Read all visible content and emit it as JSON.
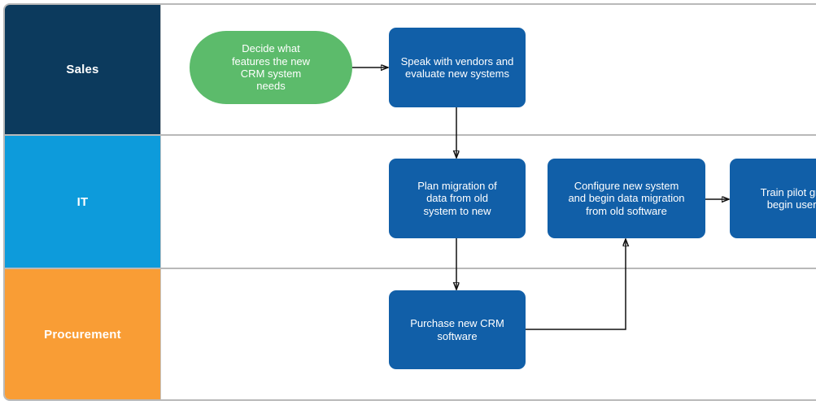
{
  "diagram": {
    "type": "swimlane-flowchart",
    "lanes": [
      {
        "id": "sales",
        "label": "Sales",
        "color": "#0c3a5d"
      },
      {
        "id": "it",
        "label": "IT",
        "color": "#0d9bdb"
      },
      {
        "id": "procurement",
        "label": "Procurement",
        "color": "#f99d35"
      }
    ],
    "nodes": [
      {
        "id": "start",
        "type": "start",
        "lane": "sales",
        "label": "Decide what features the new CRM system needs",
        "color": "#5cbb6b"
      },
      {
        "id": "speak",
        "type": "process",
        "lane": "sales",
        "label": "Speak with vendors and evaluate new systems",
        "color": "#115fa8"
      },
      {
        "id": "plan",
        "type": "process",
        "lane": "it",
        "label": "Plan migration of data from old system to new",
        "color": "#115fa8"
      },
      {
        "id": "configure",
        "type": "process",
        "lane": "it",
        "label": "Configure new system and begin data migration from old software",
        "color": "#115fa8"
      },
      {
        "id": "train",
        "type": "process",
        "lane": "it",
        "label": "Train pilot group and begin user testing",
        "color": "#115fa8"
      },
      {
        "id": "purchase",
        "type": "process",
        "lane": "procurement",
        "label": "Purchase new CRM software",
        "color": "#115fa8"
      }
    ],
    "edges": [
      {
        "from": "start",
        "to": "speak"
      },
      {
        "from": "speak",
        "to": "plan"
      },
      {
        "from": "plan",
        "to": "purchase"
      },
      {
        "from": "purchase",
        "to": "configure"
      },
      {
        "from": "configure",
        "to": "train"
      }
    ],
    "style": {
      "lane_divider_color": "#b9b9b9",
      "connector_color": "#111111",
      "node_text_color": "#ffffff"
    }
  }
}
